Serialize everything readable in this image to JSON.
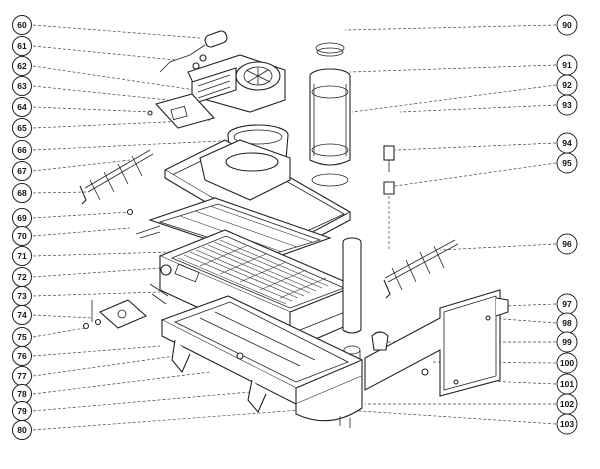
{
  "callouts_left": [
    "60",
    "61",
    "62",
    "63",
    "64",
    "65",
    "66",
    "67",
    "68",
    "69",
    "70",
    "71",
    "72",
    "73",
    "74",
    "75",
    "76",
    "77",
    "78",
    "79",
    "80"
  ],
  "callouts_right": [
    "90",
    "91",
    "92",
    "93",
    "94",
    "95",
    "96",
    "97",
    "98",
    "99",
    "100",
    "101",
    "102",
    "103"
  ]
}
